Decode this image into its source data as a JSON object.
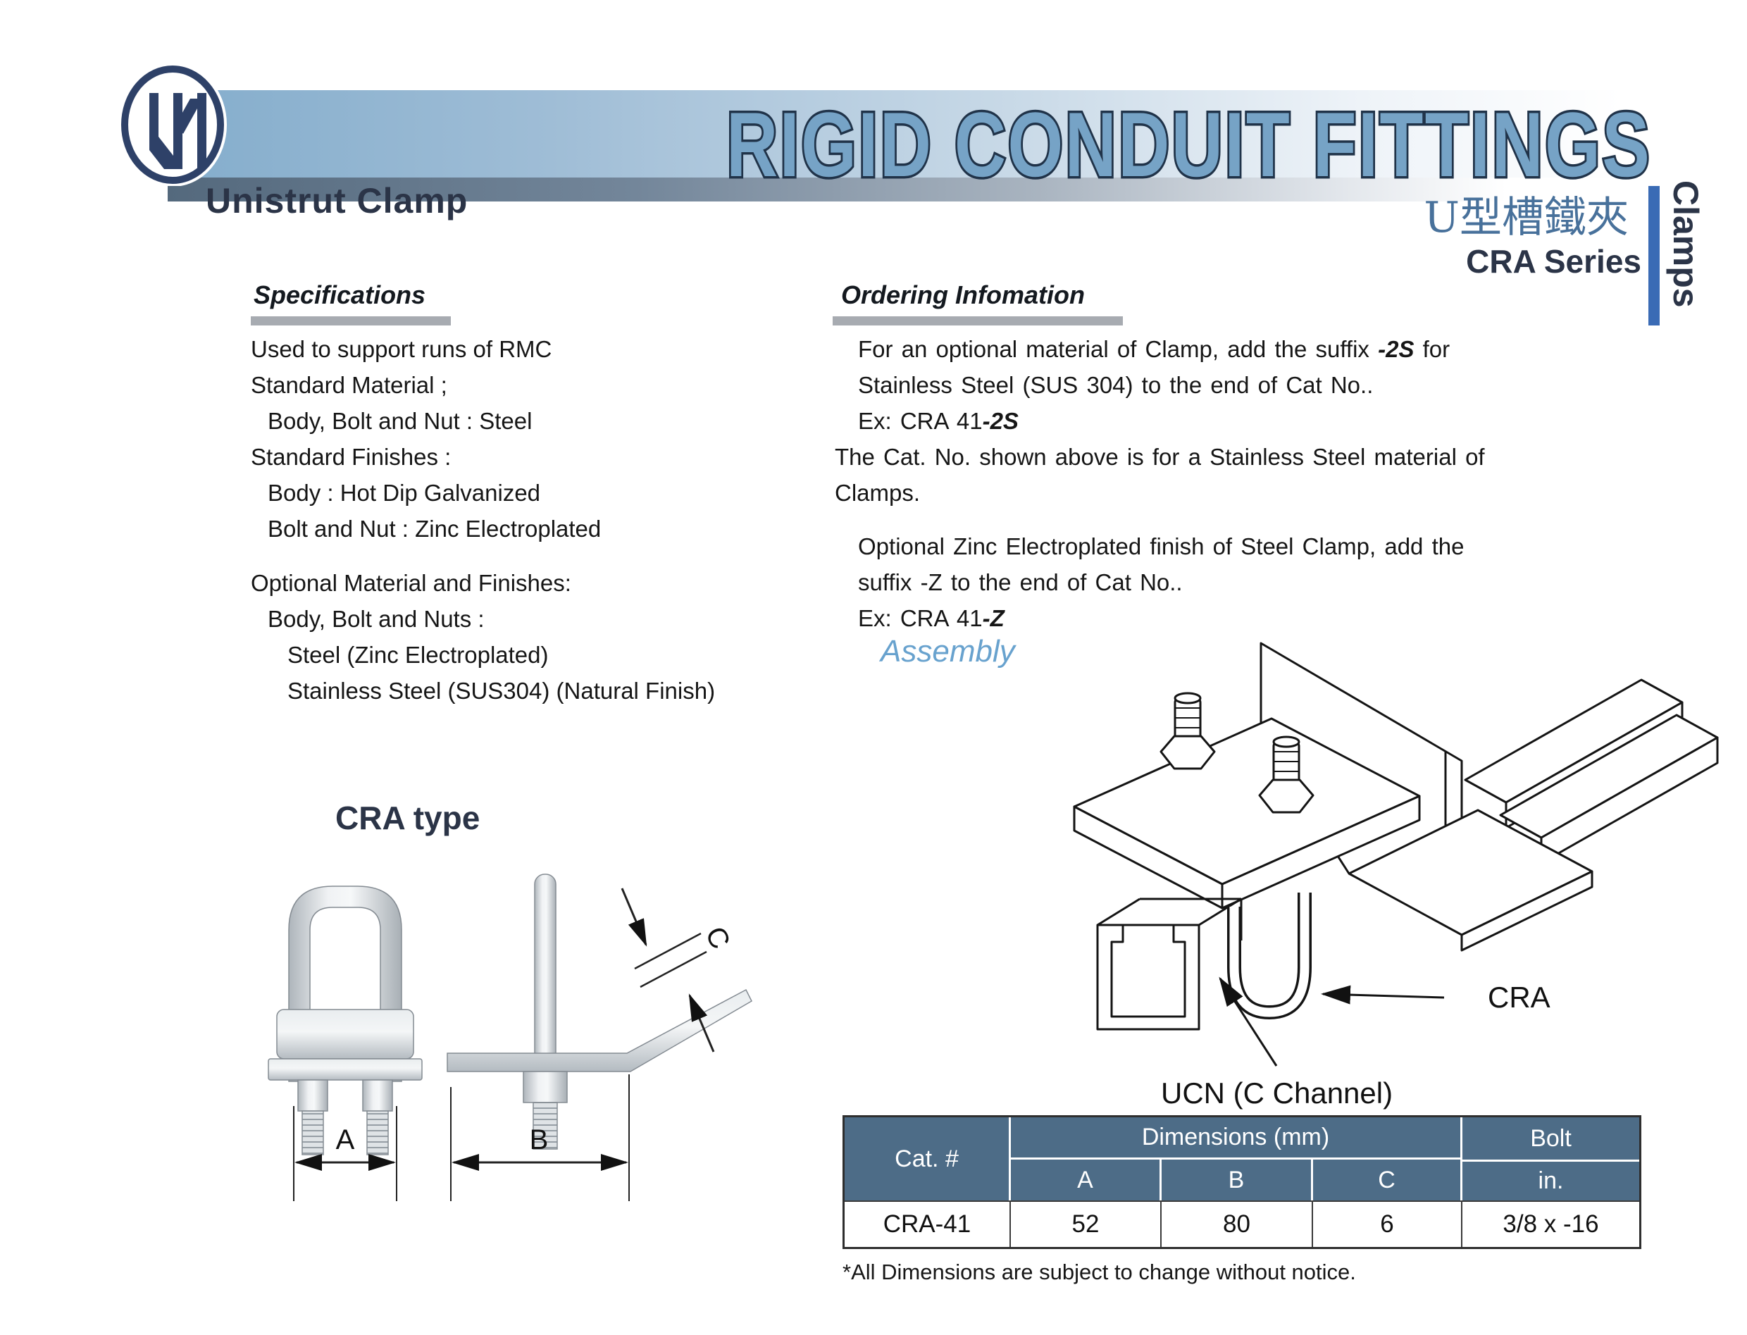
{
  "header": {
    "banner_title": "RIGID CONDUIT FITTINGS",
    "logo_icon": "UN-monogram-logo"
  },
  "title": {
    "product": "Unistrut Clamp",
    "chinese": "U型槽鐵夾",
    "series": "CRA Series",
    "side_tab": "Clamps"
  },
  "specifications": {
    "heading": "Specifications",
    "lines": [
      {
        "text": "Used to support runs of RMC"
      },
      {
        "text": "Standard Material ;"
      },
      {
        "text": "Body, Bolt and Nut : Steel"
      },
      {
        "text": "Standard Finishes :"
      },
      {
        "text": "Body : Hot Dip Galvanized"
      },
      {
        "text": "Bolt and Nut : Zinc Electroplated"
      },
      {
        "text": "Optional Material and Finishes:"
      },
      {
        "text": "Body, Bolt and Nuts :"
      },
      {
        "text": "Steel (Zinc Electroplated)"
      },
      {
        "text": "Stainless Steel (SUS304) (Natural Finish)"
      }
    ]
  },
  "ordering": {
    "heading": "Ordering Infomation",
    "lines": [
      {
        "pre": "For an optional material of Clamp, add the suffix ",
        "bold": "-2S",
        "post": " for"
      },
      {
        "pre": "Stainless Steel (SUS 304) to the end of Cat No.."
      },
      {
        "pre": "Ex: CRA 41",
        "bold": "-2S"
      },
      {
        "pre": "The Cat. No. shown above is for a Stainless Steel material of"
      },
      {
        "pre": "Clamps."
      },
      {
        "pre": "Optional Zinc Electroplated finish of Steel Clamp, add the"
      },
      {
        "pre": "suffix -Z to the end of Cat No.."
      },
      {
        "pre": "Ex: CRA 41",
        "bold": "-Z"
      }
    ],
    "assembly_label": "Assembly"
  },
  "diagram": {
    "heading": "CRA type",
    "dim_a": "A",
    "dim_b": "B",
    "dim_c": "C",
    "label_cra": "CRA",
    "label_ucn": "UCN (C Channel)"
  },
  "table": {
    "col_cat": "Cat. #",
    "col_dims": "Dimensions (mm)",
    "col_bolt": "Bolt",
    "sub_a": "A",
    "sub_b": "B",
    "sub_c": "C",
    "sub_in": "in.",
    "rows": [
      {
        "cat": "CRA-41",
        "a": "52",
        "b": "80",
        "c": "6",
        "bolt": "3/8 x -16"
      }
    ],
    "footnote": "*All Dimensions are subject to change without notice."
  },
  "colors": {
    "table_header_bg": "#4d6c87",
    "side_tab_bar": "#3a6bb5",
    "banner_letters": "#76a3c6",
    "banner_outline": "#203349",
    "banner_blue_left": "#84adcc",
    "banner_gray_left": "#54697d",
    "chinese_blue": "#48719b",
    "assembly_blue": "#68a2ce",
    "title_navy": "#2b3447",
    "heading_underline": "#a7abb1"
  }
}
